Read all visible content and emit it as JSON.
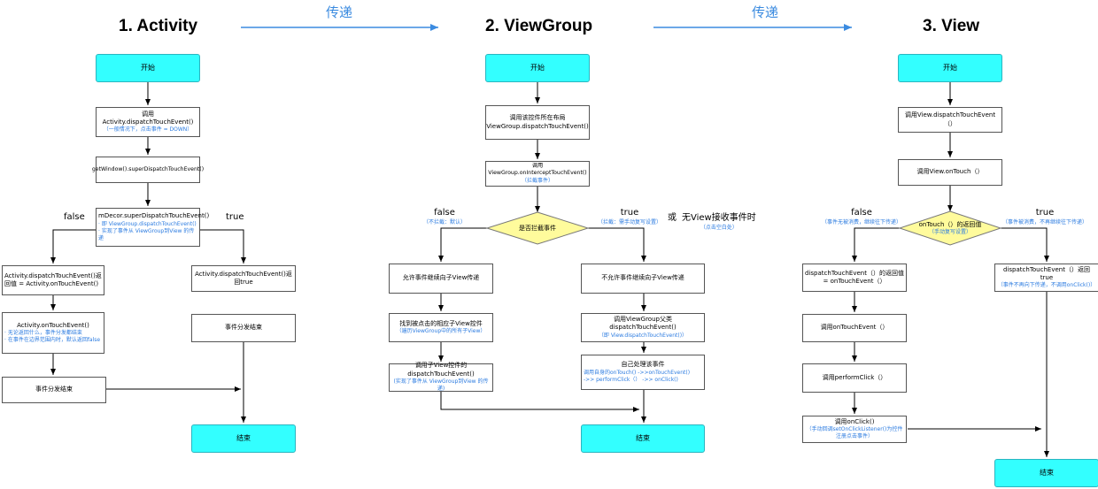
{
  "columns": {
    "activity": {
      "title": "1. Activity"
    },
    "viewgroup": {
      "title": "2. ViewGroup"
    },
    "view": {
      "title": "3. View"
    }
  },
  "transfer": {
    "label1": "传递",
    "label2": "传递"
  },
  "activity_flow": {
    "start": "开始",
    "dispatch": "调用Activity.dispatchTouchEvent()",
    "dispatch_note": "（一般情况下，点击事件 = DOWN）",
    "get_window": "getWindow().superDispatchTouchEvent()",
    "decor": "mDecor.superDispatchTouchEvent()",
    "decor_note1": "· 即 ViewGroup.dispatchTouchEvent()",
    "decor_note2": "· 实现了事件从 ViewGroup到View 的传递",
    "false_label": "false",
    "true_label": "true",
    "return_value": "Activity.dispatchTouchEvent()返回值 = Activity.onTouchEvent()",
    "on_touch": "Activity.onTouchEvent()",
    "on_touch_note1": "· 无论返回什么，事件分发都结束",
    "on_touch_note2": "· 在事件在边界范围内时，默认返回false",
    "end_left": "事件分发结束",
    "return_true": "Activity.dispatchTouchEvent()返回true",
    "end_right": "事件分发结束",
    "finish": "结束"
  },
  "viewgroup_flow": {
    "start": "开始",
    "dispatch": "调用该控件所在布局ViewGroup.dispatchTouchEvent()",
    "intercept": "调用ViewGroup.onInterceptTouchEvent()",
    "intercept_note": "（拦截事件）",
    "decision": "是否拦截事件",
    "false_label": "false",
    "false_note": "（不拦截：默认）",
    "true_label": "true",
    "true_note": "（拦截：需手动复写设置）",
    "or_label": "或",
    "no_view_label": "无View接收事件时",
    "no_view_note": "（点击空白处）",
    "allow": "允许事件继续向子View传递",
    "find_child": "找到被点击的相应子View控件",
    "find_child_note": "（遍历ViewGroup中的所有子View）",
    "call_child": "调用子View控件的dispatchTouchEvent()",
    "call_child_note": "(实现了事件从 ViewGroup到View 的传递)",
    "disallow": "不允许事件继续向子View传递",
    "super_dispatch": "调用ViewGroup父类dispatchTouchEvent()",
    "super_dispatch_note": "（即 View.dispatchTouchEvent()）",
    "self_handle": "自己处理该事件",
    "self_handle_note1": "调用自身的onTouch() ->>onTouchEvent()",
    "self_handle_note2": "->> performClick（） ->> onClick()",
    "finish": "结束"
  },
  "view_flow": {
    "start": "开始",
    "dispatch": "调用View.dispatchTouchEvent（）",
    "on_touch": "调用View.onTouch（）",
    "decision": "onTouch（）的返回值",
    "decision_note": "（手动复写设置）",
    "false_label": "false",
    "false_note": "（事件无被消费，继续往下传递）",
    "true_label": "true",
    "true_note": "（事件被消费，不再继续往下传递）",
    "dispatch_value": "dispatchTouchEvent（）的返回值 = onTouchEvent（）",
    "call_on_touch_event": "调用onTouchEvent（）",
    "perform_click": "调用performClick（）",
    "on_click": "调用onClick()",
    "on_click_note": "（手动回调setOnClickListener()为控件注册点击事件）",
    "return_true": "dispatchTouchEvent（）返回true",
    "return_true_note": "（事件不再向下传递，不调用onClick()）",
    "finish": "结束"
  },
  "colors": {
    "terminal_fill": "#33ffff",
    "decision_fill": "#fffb9c",
    "note_text": "#2b7be0",
    "transfer_arrow": "#3b8be0"
  }
}
